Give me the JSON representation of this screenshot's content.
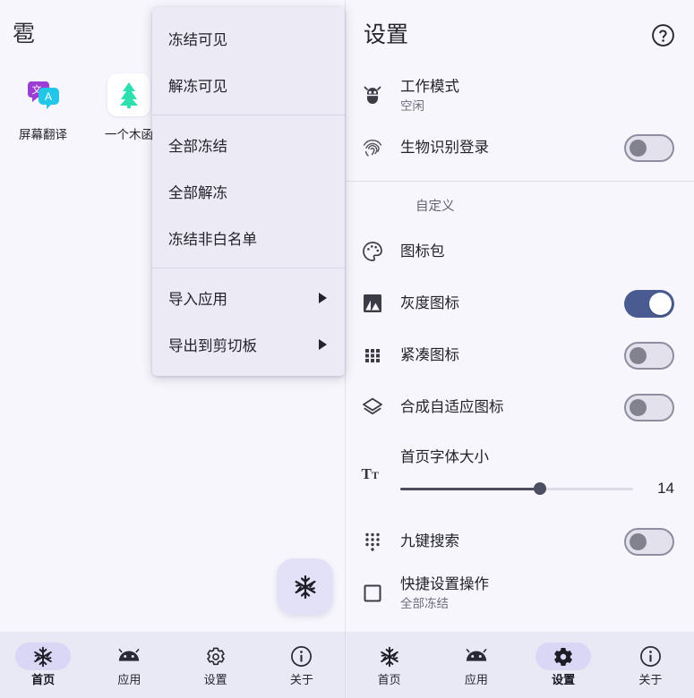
{
  "left_panel": {
    "title": "雹",
    "apps": [
      {
        "label": "屏幕翻译",
        "icon": "translate-icon"
      },
      {
        "label": "一个木函",
        "icon": "tree-icon"
      }
    ],
    "fab": {
      "icon": "snowflake-icon",
      "label": "冻结"
    }
  },
  "context_menu": {
    "groups": [
      {
        "items": [
          {
            "label": "冻结可见",
            "submenu": false
          },
          {
            "label": "解冻可见",
            "submenu": false
          }
        ]
      },
      {
        "items": [
          {
            "label": "全部冻结",
            "submenu": false
          },
          {
            "label": "全部解冻",
            "submenu": false
          },
          {
            "label": "冻结非白名单",
            "submenu": false
          }
        ]
      },
      {
        "items": [
          {
            "label": "导入应用",
            "submenu": true
          },
          {
            "label": "导出到剪切板",
            "submenu": true
          }
        ]
      }
    ]
  },
  "settings_panel": {
    "title": "设置",
    "help_icon": "help-circle-icon",
    "section_custom_label": "自定义",
    "rows": [
      {
        "key": "work_mode",
        "icon": "bug-icon",
        "title": "工作模式",
        "subtitle": "空闲",
        "control": "none"
      },
      {
        "key": "biometric_login",
        "icon": "fingerprint-icon",
        "title": "生物识别登录",
        "subtitle": "",
        "control": "toggle",
        "value": "off"
      },
      {
        "key": "icon_pack",
        "icon": "palette-icon",
        "title": "图标包",
        "subtitle": "",
        "control": "none"
      },
      {
        "key": "grayscale_icons",
        "icon": "contrast-image-icon",
        "title": "灰度图标",
        "subtitle": "",
        "control": "toggle",
        "value": "on"
      },
      {
        "key": "compact_icons",
        "icon": "grid-dots-icon",
        "title": "紧凑图标",
        "subtitle": "",
        "control": "toggle",
        "value": "off"
      },
      {
        "key": "adaptive_icons",
        "icon": "layers-icon",
        "title": "合成自适应图标",
        "subtitle": "",
        "control": "toggle",
        "value": "off"
      },
      {
        "key": "nine_key_search",
        "icon": "dialpad-icon",
        "title": "九键搜索",
        "subtitle": "",
        "control": "toggle",
        "value": "off"
      },
      {
        "key": "quick_settings_action",
        "icon": "square-icon",
        "title": "快捷设置操作",
        "subtitle": "全部冻结",
        "control": "none"
      }
    ],
    "font_size_slider": {
      "icon": "text-size-icon",
      "title": "首页字体大小",
      "value": "14",
      "percent": 60,
      "min": 8,
      "max": 24
    },
    "colors": {
      "toggle_on": "#4a5b91",
      "toggle_off_track": "#e3e1ec",
      "background": "#f7f6fc",
      "nav_pill": "#d9d7f5"
    }
  },
  "nav_left": {
    "items": [
      {
        "label": "首页",
        "icon": "snowflake-icon",
        "active": true
      },
      {
        "label": "应用",
        "icon": "android-icon",
        "active": false
      },
      {
        "label": "设置",
        "icon": "gear-outline-icon",
        "active": false
      },
      {
        "label": "关于",
        "icon": "info-circle-icon",
        "active": false
      }
    ]
  },
  "nav_right": {
    "items": [
      {
        "label": "首页",
        "icon": "snowflake-icon",
        "active": false
      },
      {
        "label": "应用",
        "icon": "android-icon",
        "active": false
      },
      {
        "label": "设置",
        "icon": "gear-filled-icon",
        "active": true
      },
      {
        "label": "关于",
        "icon": "info-circle-icon",
        "active": false
      }
    ]
  }
}
